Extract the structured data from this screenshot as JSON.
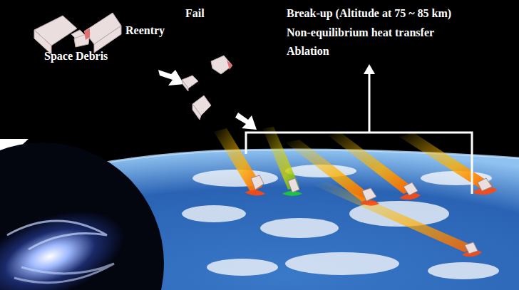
{
  "diagram": {
    "labels": [
      "Space Debris",
      "Reentry",
      "Fail",
      "Break-up (Altitude at 75 ~ 85 km)",
      "Non-equilibrium heat transfer",
      "Ablation"
    ]
  }
}
